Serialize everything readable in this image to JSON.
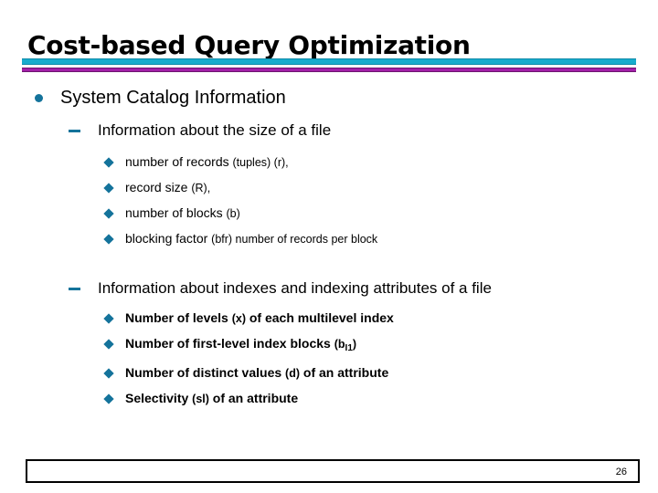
{
  "slide": {
    "title": "Cost-based Query Optimization",
    "page_number": "26"
  },
  "theme": {
    "bar_cyan": "#18accd",
    "bar_magenta": "#a31fa8",
    "bullet_teal": "#14739b",
    "text_color": "#000000",
    "background": "#ffffff"
  },
  "content": {
    "section": {
      "label": "System Catalog Information"
    },
    "group_one": {
      "heading": "Information about the size of a file",
      "items": [
        {
          "main": "number of records ",
          "tail": "(tuples) (r),"
        },
        {
          "main": "record size ",
          "tail": "(R),"
        },
        {
          "main": "number of blocks ",
          "tail": "(b)"
        },
        {
          "main": "blocking factor ",
          "tail": "(bfr)  number of records per block"
        }
      ]
    },
    "group_two": {
      "heading": "Information about indexes and indexing attributes of a file",
      "items": [
        {
          "main": "Number of levels ",
          "tail": "(x)",
          "after": " of each multilevel index"
        },
        {
          "main": "Number of first-level index blocks ",
          "tail": "(b",
          "sub": "I1",
          "after": ")"
        },
        {
          "main": "Number of distinct values ",
          "tail": "(d)",
          "after": " of an attribute"
        },
        {
          "main": "Selectivity ",
          "tail": "(sl)",
          "after": " of an attribute"
        }
      ]
    }
  }
}
